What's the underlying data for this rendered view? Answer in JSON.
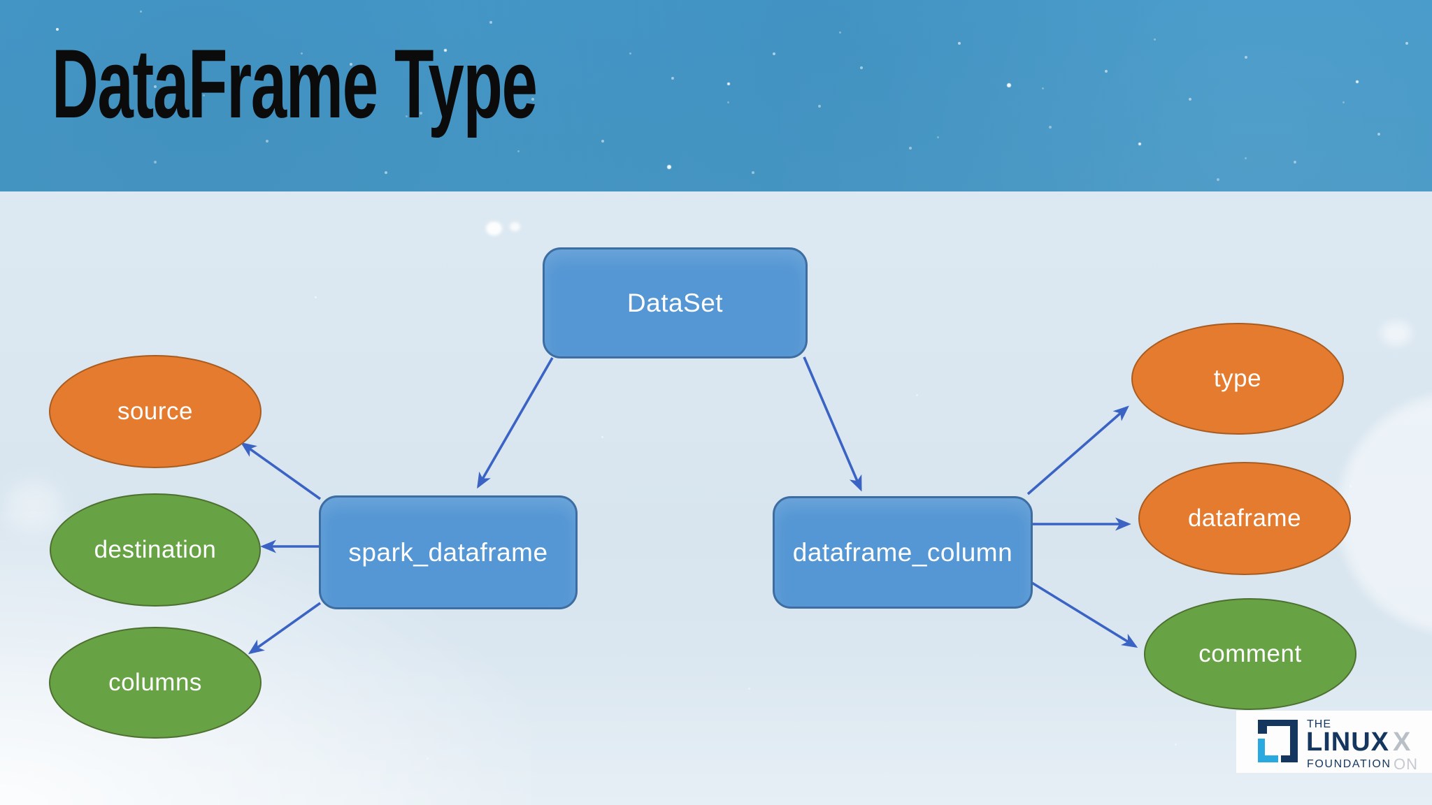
{
  "slide": {
    "title": "DataFrame Type"
  },
  "diagram": {
    "nodes": {
      "dataset": {
        "label": "DataSet",
        "shape": "rounded-rect",
        "fill": "#5597d4",
        "border": "#3d6da1",
        "text_color": "#ffffff"
      },
      "spark_dataframe": {
        "label": "spark_dataframe",
        "shape": "rounded-rect",
        "fill": "#5597d4",
        "border": "#3d6da1",
        "text_color": "#ffffff"
      },
      "dataframe_column": {
        "label": "dataframe_column",
        "shape": "rounded-rect",
        "fill": "#5597d4",
        "border": "#3d6da1",
        "text_color": "#ffffff"
      },
      "source": {
        "label": "source",
        "shape": "ellipse",
        "fill": "#e47b2e",
        "border": "#a85c20",
        "text_color": "#ffffff"
      },
      "destination": {
        "label": "destination",
        "shape": "ellipse",
        "fill": "#67a344",
        "border": "#4d7030",
        "text_color": "#ffffff"
      },
      "columns": {
        "label": "columns",
        "shape": "ellipse",
        "fill": "#67a344",
        "border": "#4d7030",
        "text_color": "#ffffff"
      },
      "type": {
        "label": "type",
        "shape": "ellipse",
        "fill": "#e47b2e",
        "border": "#a85c20",
        "text_color": "#ffffff"
      },
      "dataframe": {
        "label": "dataframe",
        "shape": "ellipse",
        "fill": "#e47b2e",
        "border": "#a85c20",
        "text_color": "#ffffff"
      },
      "comment": {
        "label": "comment",
        "shape": "ellipse",
        "fill": "#67a344",
        "border": "#4d7030",
        "text_color": "#ffffff"
      }
    },
    "edges": [
      {
        "from": "DataSet",
        "to": "spark_dataframe"
      },
      {
        "from": "DataSet",
        "to": "dataframe_column"
      },
      {
        "from": "spark_dataframe",
        "to": "source"
      },
      {
        "from": "spark_dataframe",
        "to": "destination"
      },
      {
        "from": "spark_dataframe",
        "to": "columns"
      },
      {
        "from": "dataframe_column",
        "to": "type"
      },
      {
        "from": "dataframe_column",
        "to": "dataframe"
      },
      {
        "from": "dataframe_column",
        "to": "comment"
      }
    ],
    "arrow_color": "#3a63c3"
  },
  "colors": {
    "header_background": "#4799c7",
    "body_background": "#d9e6f0",
    "title_text": "#0b0b0b"
  },
  "logo": {
    "line1": "THE",
    "line2": "LINUX",
    "line3": "FOUNDATION",
    "ghost_x": "X",
    "ghost_on": "ON",
    "navy": "#14365f",
    "light_blue": "#2aa8e0"
  }
}
